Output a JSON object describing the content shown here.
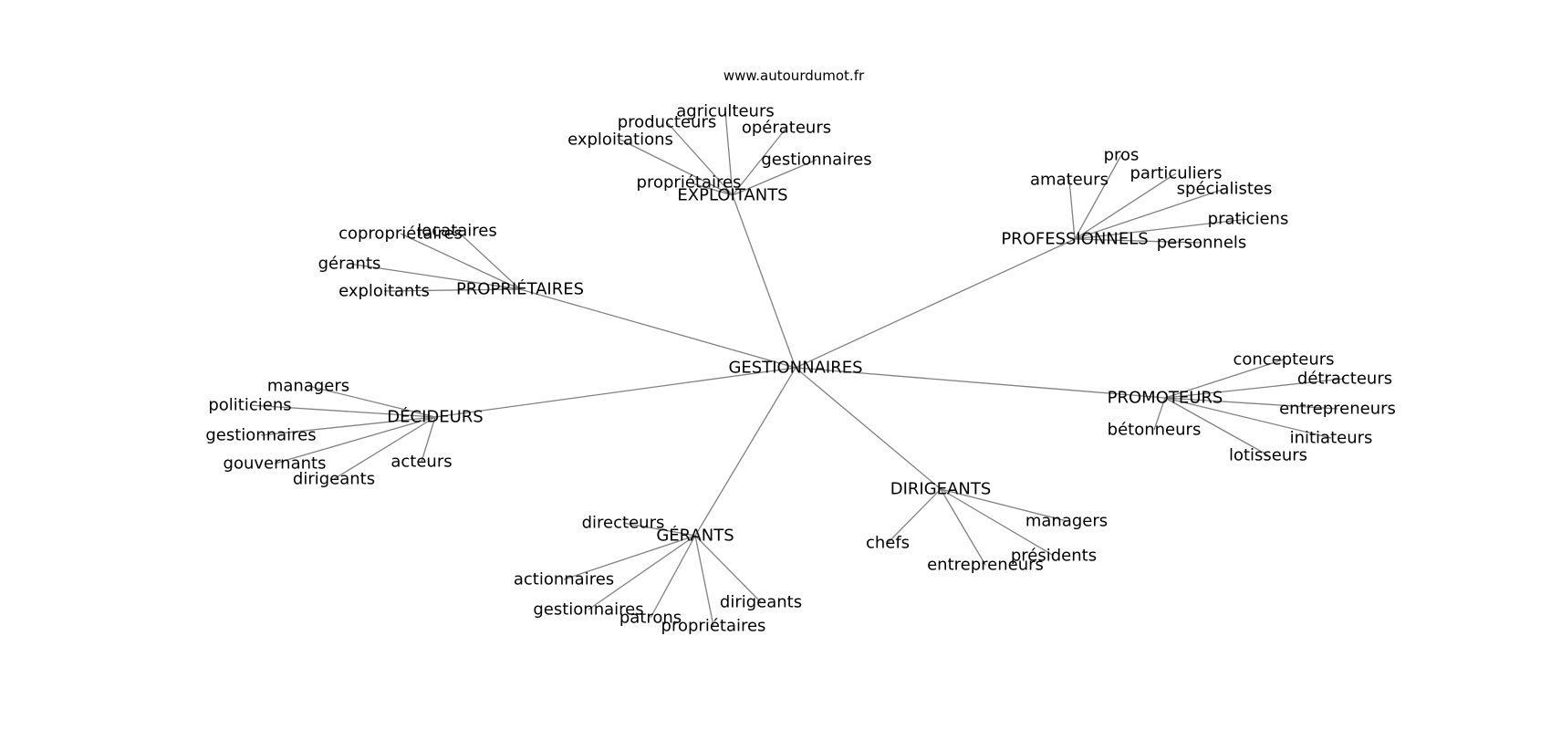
{
  "source": "www.autourdumot.fr",
  "center": "GESTIONNAIRES",
  "edge_color": "#808080",
  "clusters": [
    {
      "label": "EXPLOITANTS",
      "leaves": [
        "agriculteurs",
        "producteurs",
        "opérateurs",
        "exploitations",
        "gestionnaires",
        "propriétaires"
      ]
    },
    {
      "label": "PROFESSIONNELS",
      "leaves": [
        "pros",
        "amateurs",
        "particuliers",
        "spécialistes",
        "praticiens",
        "personnels"
      ]
    },
    {
      "label": "PROPRIÉTAIRES",
      "leaves": [
        "copropriétaires",
        "locataires",
        "gérants",
        "exploitants"
      ]
    },
    {
      "label": "PROMOTEURS",
      "leaves": [
        "concepteurs",
        "détracteurs",
        "entrepreneurs",
        "bétonneurs",
        "initiateurs",
        "lotisseurs"
      ]
    },
    {
      "label": "DÉCIDEURS",
      "leaves": [
        "managers",
        "politiciens",
        "gestionnaires",
        "gouvernants",
        "acteurs",
        "dirigeants"
      ]
    },
    {
      "label": "DIRIGEANTS",
      "leaves": [
        "managers",
        "chefs",
        "présidents",
        "entrepreneurs"
      ]
    },
    {
      "label": "GÉRANTS",
      "leaves": [
        "directeurs",
        "actionnaires",
        "dirigeants",
        "gestionnaires",
        "patrons",
        "propriétaires"
      ]
    }
  ]
}
